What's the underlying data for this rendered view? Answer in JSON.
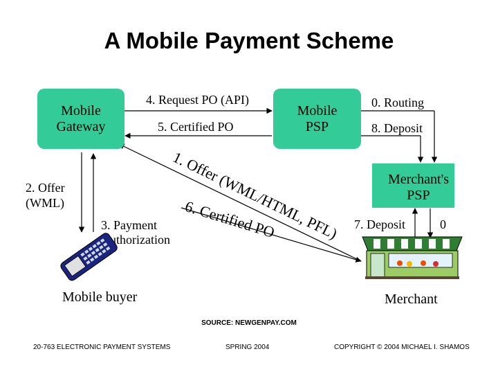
{
  "title": "A Mobile Payment Scheme",
  "nodes": {
    "mobile_gateway": "Mobile\nGateway",
    "mobile_psp": "Mobile\nPSP",
    "merchants_psp": "Merchant's\nPSP"
  },
  "labels": {
    "request_po": "4. Request PO (API)",
    "certified_po": "5. Certified PO",
    "routing": "0. Routing",
    "deposit8": "8. Deposit",
    "offer_wml": "2. Offer\n(WML)",
    "payment_auth": "3. Payment\nAuthorization",
    "offer_diag": "1. Offer (WML/HTML, PFL)",
    "certified_diag": "6. Certified PO",
    "deposit7": "7. Deposit",
    "zero": "0",
    "mobile_buyer": "Mobile buyer",
    "merchant": "Merchant"
  },
  "source": "SOURCE: NEWGENPAY.COM",
  "footer": {
    "course": "20-763 ELECTRONIC PAYMENT SYSTEMS",
    "term": "SPRING 2004",
    "copyright": "COPYRIGHT © 2004 MICHAEL I. SHAMOS"
  },
  "colors": {
    "node_fill": "#33cc99"
  },
  "icons": [
    "phone-icon",
    "store-icon"
  ]
}
